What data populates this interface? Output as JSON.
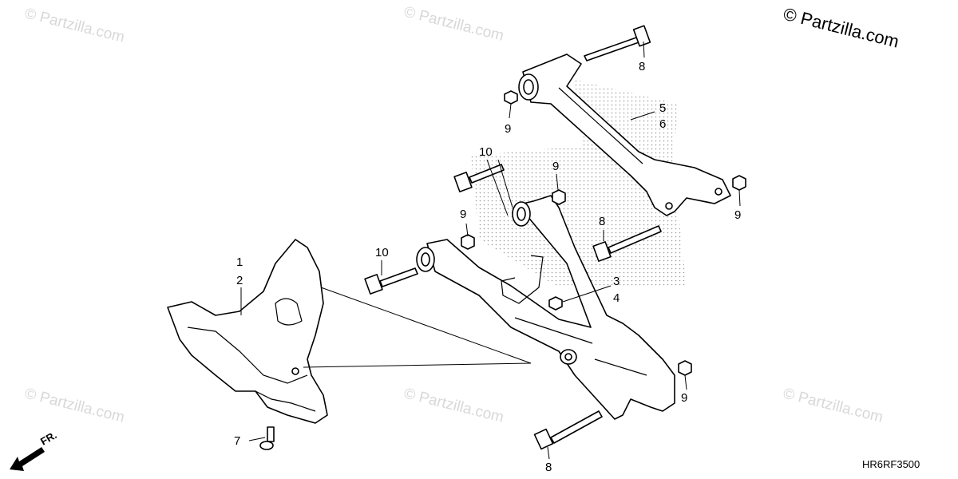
{
  "diagram": {
    "brand": "© Partzilla.com",
    "watermark": "© Partzilla.com",
    "diagram_code": "HR6RF3500",
    "front_indicator": "FR.",
    "callouts": [
      {
        "id": "c1",
        "text": "1"
      },
      {
        "id": "c2",
        "text": "2"
      },
      {
        "id": "c3",
        "text": "3"
      },
      {
        "id": "c4",
        "text": "4"
      },
      {
        "id": "c5",
        "text": "5"
      },
      {
        "id": "c6",
        "text": "6"
      },
      {
        "id": "c7",
        "text": "7"
      },
      {
        "id": "c8a",
        "text": "8"
      },
      {
        "id": "c8b",
        "text": "8"
      },
      {
        "id": "c8c",
        "text": "8"
      },
      {
        "id": "c9a",
        "text": "9"
      },
      {
        "id": "c9b",
        "text": "9"
      },
      {
        "id": "c9c",
        "text": "9"
      },
      {
        "id": "c9d",
        "text": "9"
      },
      {
        "id": "c9e",
        "text": "9"
      },
      {
        "id": "c10a",
        "text": "10"
      },
      {
        "id": "c10b",
        "text": "10"
      }
    ]
  }
}
